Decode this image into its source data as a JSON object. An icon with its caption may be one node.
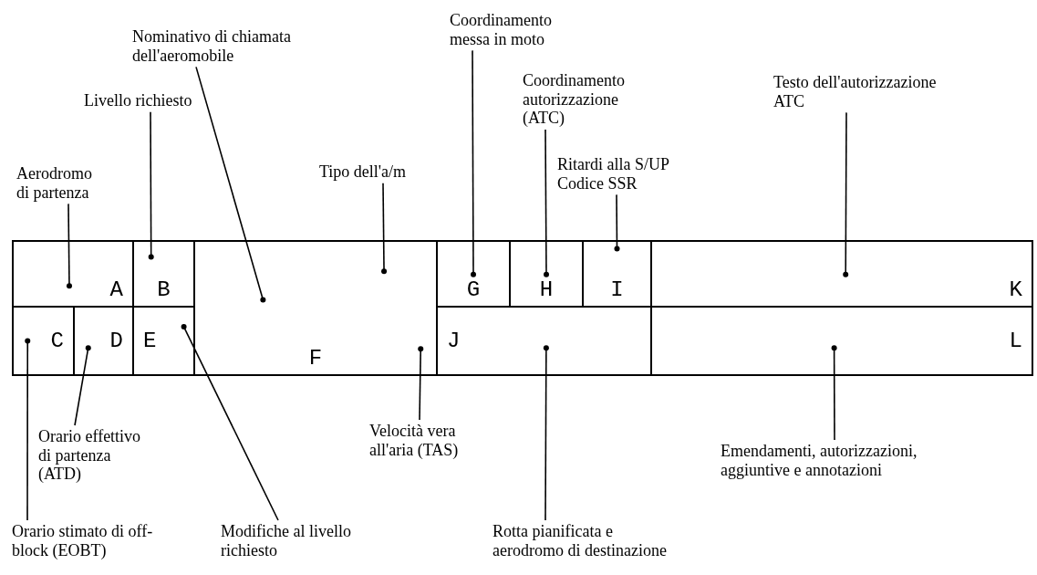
{
  "diagram": {
    "nodes": [
      {
        "text": [
          "Coordinamento messa in moto"
        ]
      },
      {
        "text": [
          "Nominativo di chiamata dell'aeromobile"
        ]
      },
      {
        "text": [
          "Coordinamento autorizzazione (ATC)"
        ]
      },
      {
        "text": [
          "Testo dell'autorizzazione ATC"
        ]
      },
      {
        "text": [
          "Livello richiesto"
        ]
      },
      {
        "text": [
          "Ritardi alla S/UP Codice SSR"
        ]
      },
      {
        "text": [
          "Aerodromo di partenza"
        ]
      },
      {
        "text": [
          "Tipo dell'a/m"
        ]
      },
      {
        "text": [
          "A"
        ]
      },
      {
        "text": [
          "B"
        ]
      },
      {
        "text": [
          "F"
        ]
      },
      {
        "text": [
          "G"
        ]
      },
      {
        "text": [
          "H"
        ]
      },
      {
        "text": [
          "I"
        ]
      },
      {
        "text": [
          "K"
        ]
      },
      {
        "text": [
          "C"
        ]
      },
      {
        "text": [
          "D"
        ]
      },
      {
        "text": [
          "E"
        ]
      },
      {
        "text": [
          "J"
        ]
      },
      {
        "text": [
          "L"
        ]
      },
      {
        "text": [
          "Orario effettivo di partenza (ATD)"
        ]
      },
      {
        "text": [
          "Velocità vera all'aria (TAS)"
        ]
      },
      {
        "text": [
          "Emendamenti, autorizzazioni, aggiuntive e annotazioni"
        ]
      },
      {
        "text": [
          "Rotta pianificata e aerodromo di destinazione"
        ]
      },
      {
        "text": [
          "Orario stimato di off-block (EOBT)"
        ]
      },
      {
        "text": [
          "Modifiche al livello richiesto"
        ]
      }
    ],
    "edges": [
      {
        "from": 0,
        "to": 11,
        "arrow": "other"
      },
      {
        "from": 1,
        "to": 10,
        "arrow": "other"
      },
      {
        "from": 2,
        "to": 12,
        "arrow": "other"
      },
      {
        "from": 3,
        "to": 14,
        "arrow": "other"
      },
      {
        "from": 4,
        "to": 9,
        "arrow": "other"
      },
      {
        "from": 5,
        "to": 13,
        "arrow": "other"
      },
      {
        "from": 6,
        "to": 8,
        "arrow": "other"
      },
      {
        "from": 7,
        "to": 10,
        "arrow": "other"
      },
      {
        "from": 20,
        "to": 16,
        "arrow": "other"
      },
      {
        "from": 21,
        "to": 10,
        "arrow": "other"
      },
      {
        "from": 22,
        "to": 19,
        "arrow": "other"
      },
      {
        "from": 23,
        "to": 18,
        "arrow": "other"
      },
      {
        "from": 24,
        "to": 15,
        "arrow": "other"
      },
      {
        "from": 25,
        "to": 17,
        "arrow": "other"
      }
    ]
  }
}
